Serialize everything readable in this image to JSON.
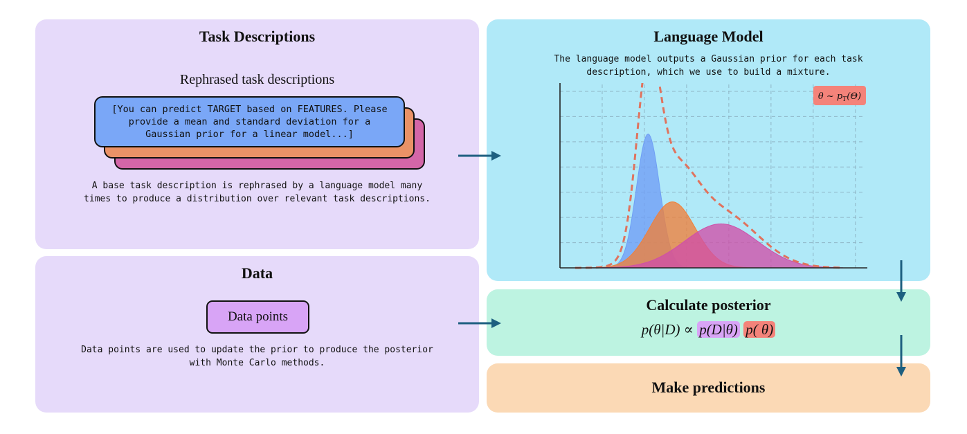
{
  "task_panel": {
    "title": "Task Descriptions",
    "subtitle": "Rephrased task descriptions",
    "card_text": "[You can predict TARGET based on FEATURES. Please\nprovide a mean and standard deviation for a\nGaussian prior for a linear model...]",
    "caption": "A base task description is rephrased by a language model many\ntimes to produce a distribution over relevant task descriptions.",
    "colors": {
      "card_front": "#7aa7f7",
      "card_middle": "#ea9267",
      "card_back": "#d466a8"
    }
  },
  "data_panel": {
    "title": "Data",
    "box_label": "Data points",
    "caption": "Data points are used to update the prior to produce the posterior\nwith Monte Carlo methods."
  },
  "lm_panel": {
    "title": "Language Model",
    "caption": "The language model outputs a Gaussian prior for each task\ndescription, which we use to build a mixture.",
    "legend_label": "θ ~ p_T(θ)"
  },
  "posterior_panel": {
    "title": "Calculate posterior",
    "formula_lhs": "p(θ|D) ∝ ",
    "formula_likelihood": "p(D|θ)",
    "formula_prior": "p( θ)"
  },
  "prediction_panel": {
    "title": "Make predictions"
  },
  "colors": {
    "task_panel_bg": "#e6dafa",
    "lm_panel_bg": "#b0e9f8",
    "posterior_panel_bg": "#bdf3e1",
    "prediction_panel_bg": "#fbd9b5",
    "arrow": "#1d5f80",
    "mixture_line": "#e0735e"
  },
  "chart_data": {
    "type": "area",
    "xlabel": "",
    "ylabel": "",
    "grid": true,
    "legend_placement": "top-right",
    "x_range": [
      0,
      10
    ],
    "y_range": [
      0,
      1
    ],
    "series": [
      {
        "kind": "gaussian",
        "mean": 2.9,
        "sd": 0.38,
        "peak": 0.73,
        "color": "#6f9ef5"
      },
      {
        "kind": "gaussian",
        "mean": 3.7,
        "sd": 0.75,
        "peak": 0.36,
        "color": "#f0803a"
      },
      {
        "kind": "gaussian",
        "mean": 5.3,
        "sd": 1.2,
        "peak": 0.24,
        "color": "#cf4fa8"
      },
      {
        "kind": "mixture",
        "style": "dashed",
        "color": "#e0735e"
      }
    ]
  }
}
